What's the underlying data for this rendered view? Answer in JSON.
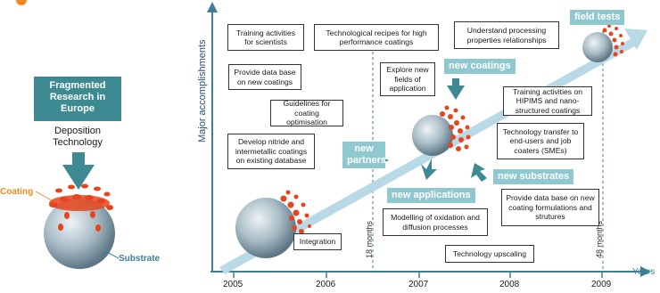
{
  "left_panel": {
    "fragmented_label": "Fragmented Research in Europe",
    "deposition_label": "Deposition Technology",
    "coating_label": "Coating",
    "substrate_label": "Substrate"
  },
  "axes": {
    "y_label": "Major accomplishments",
    "x_label": "Years",
    "ticks": [
      "2005",
      "2006",
      "2007",
      "2008",
      "2009"
    ],
    "milestone_18": "18 months",
    "milestone_48": "48 months"
  },
  "boxes": {
    "training_scientists": "Training activities for scientists",
    "tech_recipes": "Technological recipes for high performance coatings",
    "processing_properties": "Understand processing properties relationships",
    "database_new": "Provide data base on new coatings",
    "guidelines": "Guidelines for coating optimisation",
    "nitride": "Develop nitride and intermetallic coatings on existing database",
    "explore": "Explore new fields of application",
    "hipims": "Training activities on HIPIMS and nano-structured coatings",
    "transfer": "Technology transfer to end-users and job coaters (SMEs)",
    "integration": "Integration",
    "modelling": "Modelling of oxidation and diffusion processes",
    "new_formulations": "Provide data base on new coating formulations and strutures",
    "upscaling": "Technology upscaling"
  },
  "labels": {
    "field_tests": "field tests",
    "new_coatings": "new coatings",
    "new_partners": "new partners",
    "new_substrates": "new substrates",
    "new_applications": "new applications"
  },
  "colors": {
    "teal": "#3d8a93",
    "light_teal": "#8fc8cf",
    "coating_orange": "#e8441c",
    "arrow_blue": "#b9d9e6"
  }
}
